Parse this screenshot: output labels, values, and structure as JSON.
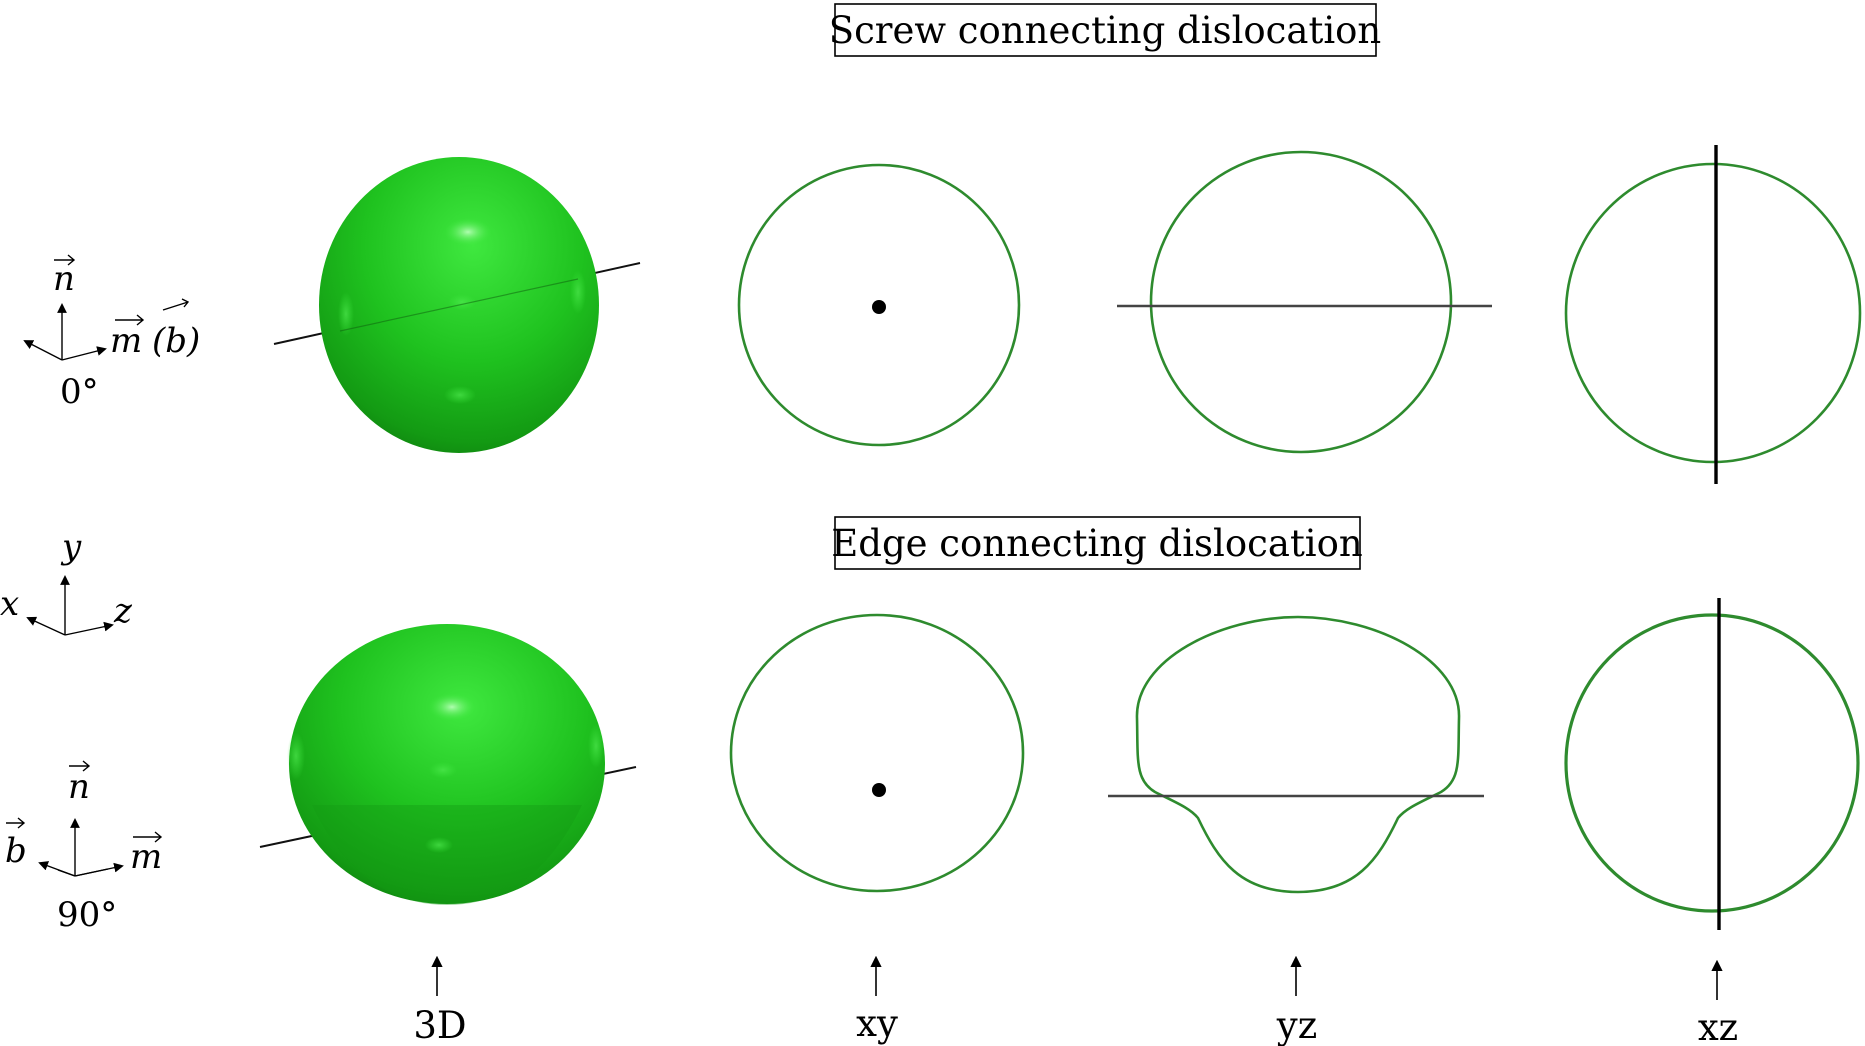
{
  "row_titles": {
    "screw": "Screw connecting dislocation",
    "edge": "Edge connecting dislocation"
  },
  "column_labels": [
    "3D",
    "xy",
    "yz",
    "xz"
  ],
  "frames": {
    "top": {
      "up": "n",
      "right": "m",
      "paren": "(b)",
      "angle": "0°"
    },
    "global": {
      "up": "y",
      "left": "x",
      "right": "z"
    },
    "bottom": {
      "up": "n",
      "left": "b",
      "right": "m",
      "angle": "90°"
    }
  },
  "colors": {
    "surface": "#2bd62b",
    "outline": "#2e8b2e",
    "line": "#000000"
  },
  "icons": [
    "vector-arrow-icon",
    "axis-triad-icon",
    "up-arrow-icon"
  ]
}
